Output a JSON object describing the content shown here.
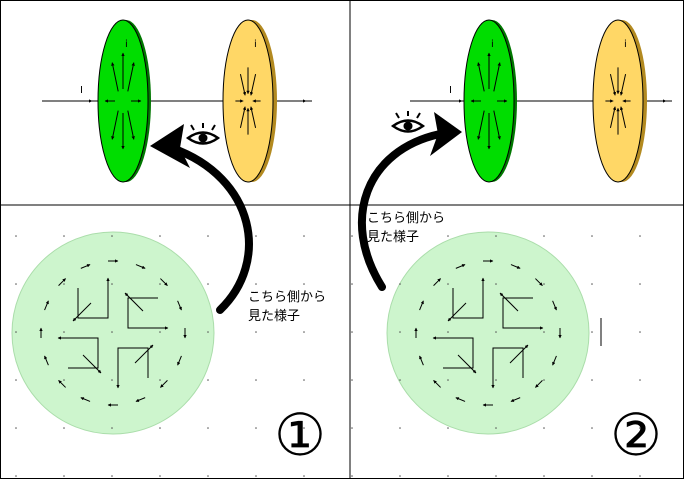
{
  "panels": [
    {
      "number": "①",
      "caption": [
        "こちら側から",
        "見た様子"
      ],
      "current_label": "I",
      "disk_current_label": "i"
    },
    {
      "number": "②",
      "caption": [
        "こちら側から",
        "見た様子"
      ],
      "current_label": "I",
      "disk_current_label": "i"
    }
  ],
  "colors": {
    "green_disk": "#00dd00",
    "yellow_disk": "#ffd766",
    "circle_fill": "#cdf5cd",
    "circle_stroke": "#aaddaa",
    "border": "#000000"
  },
  "icons": [
    "eye-icon",
    "curved-arrow-icon"
  ]
}
